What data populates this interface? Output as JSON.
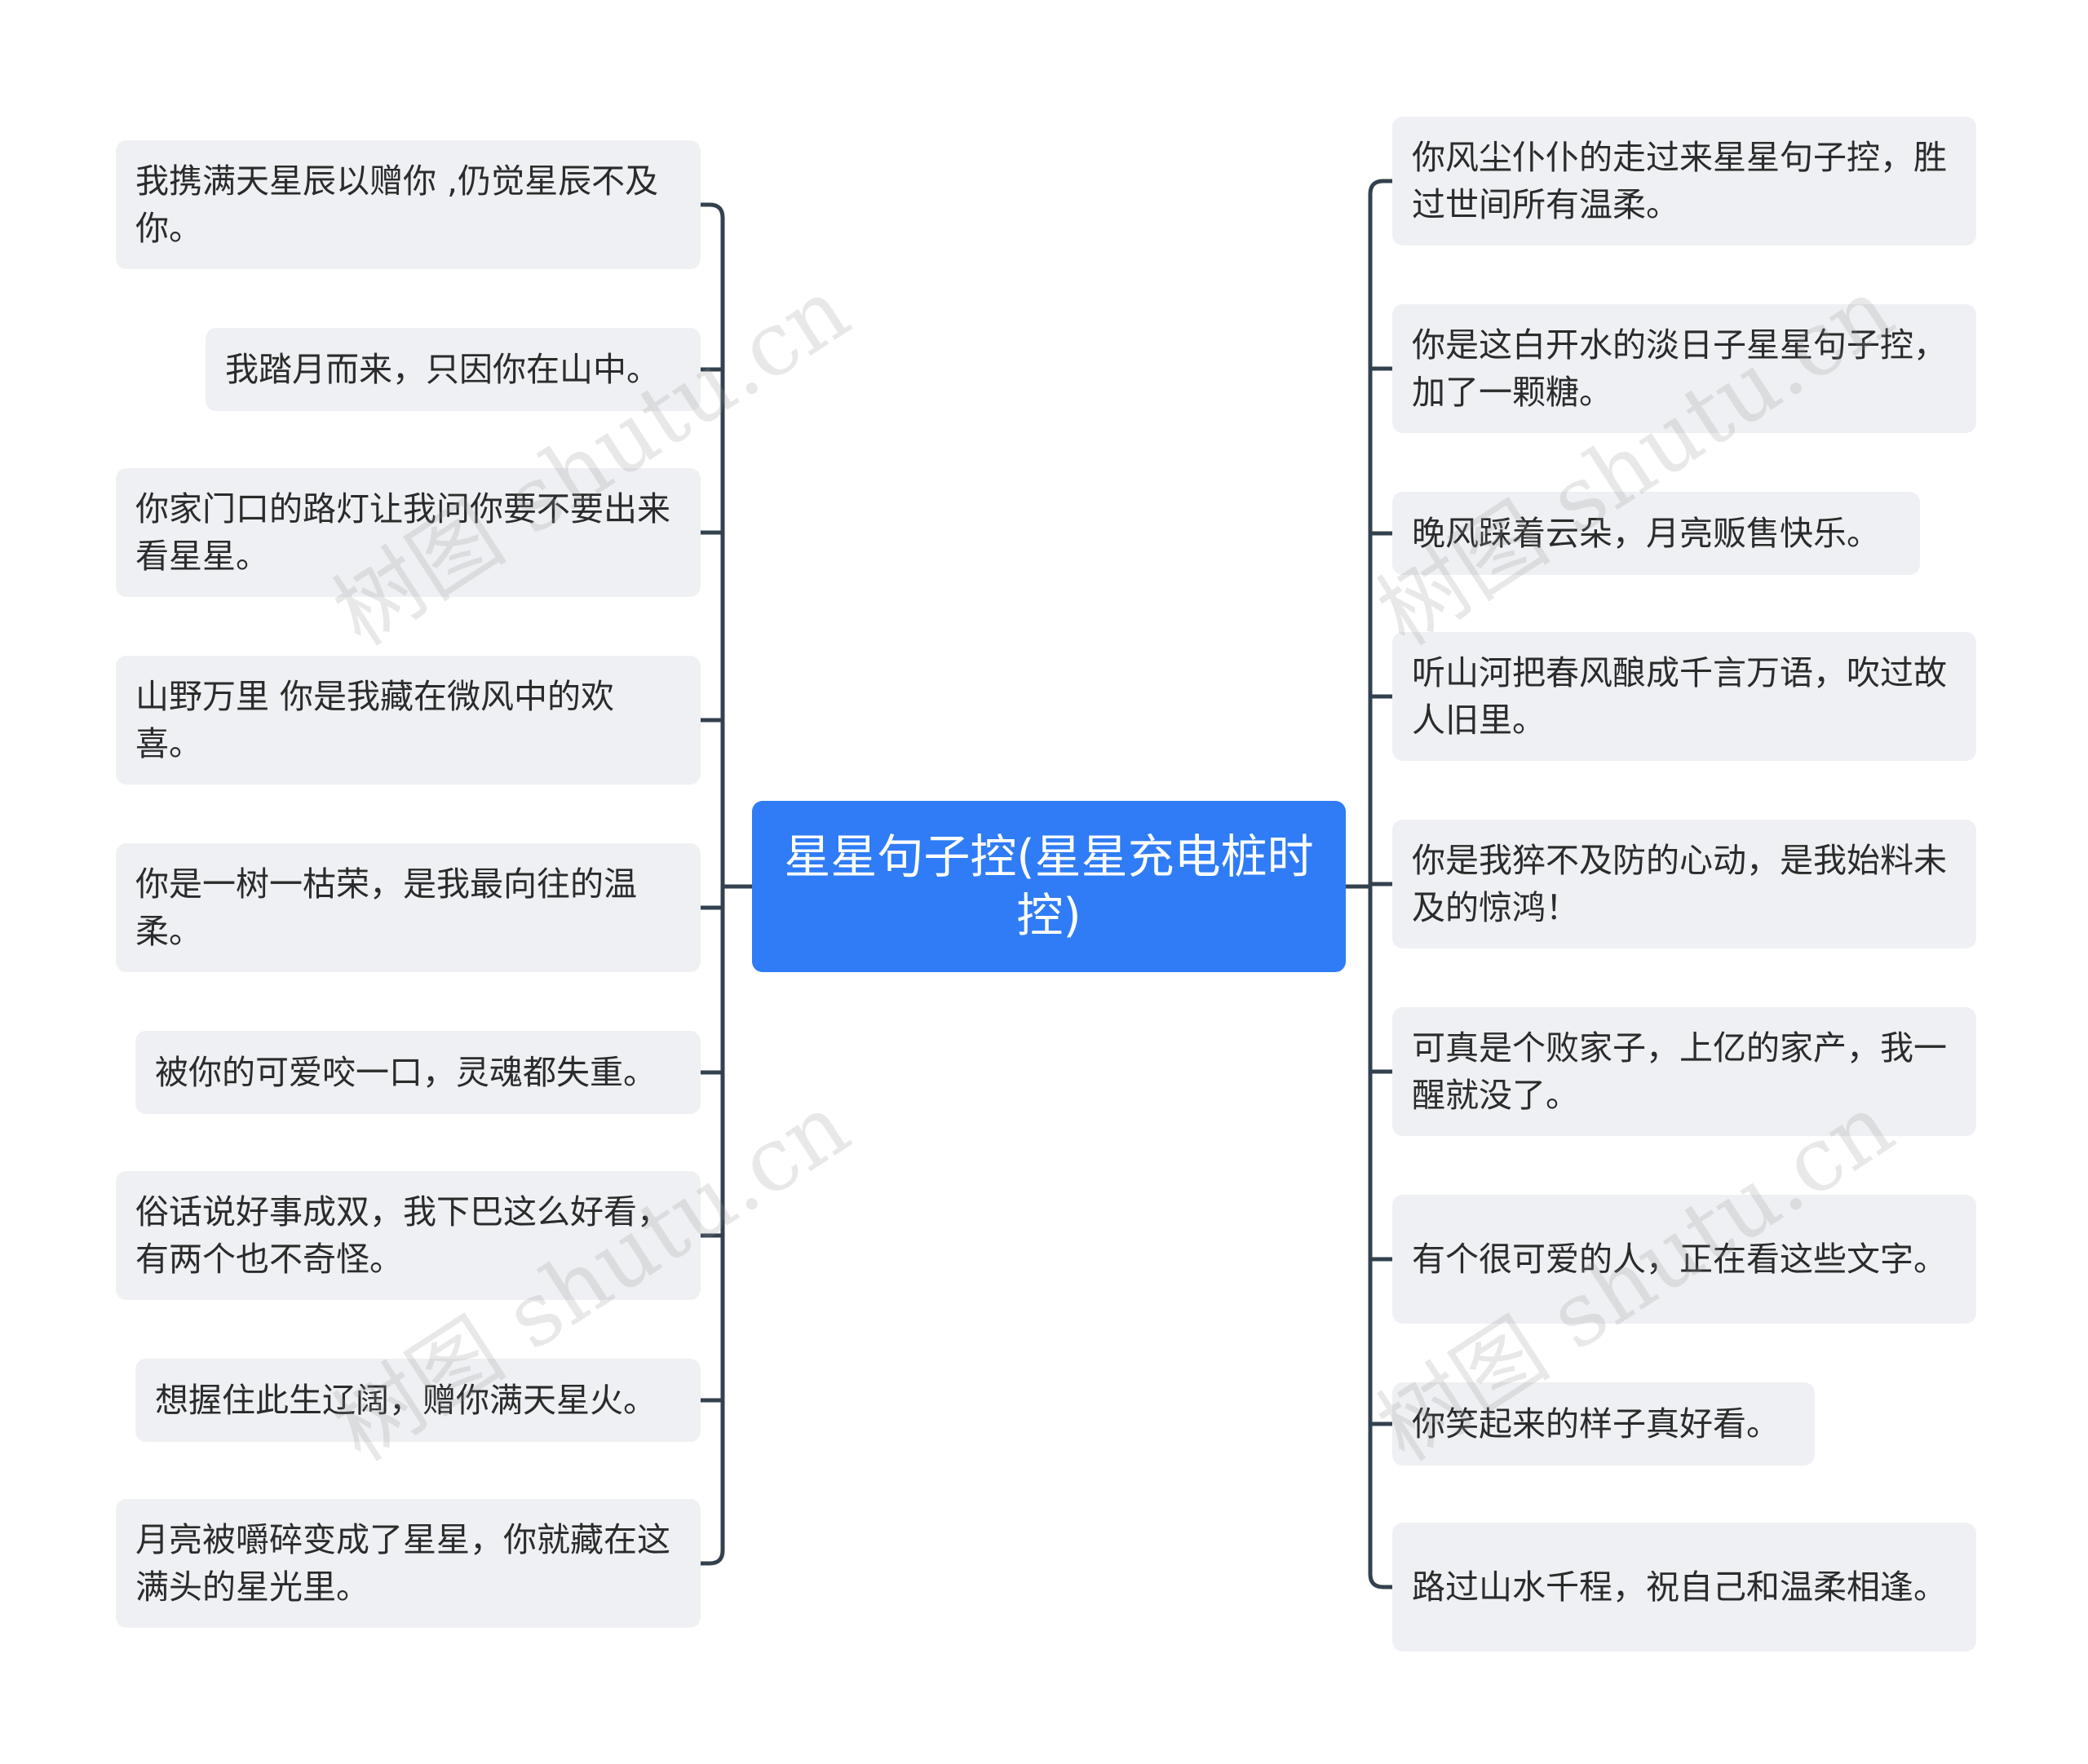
{
  "root": {
    "label": "星星句子控(星星充电桩时控)"
  },
  "left": [
    {
      "text": "我携满天星辰以赠你 ,仍觉星辰不及你。"
    },
    {
      "text": "我踏月而来，只因你在山中。"
    },
    {
      "text": "你家门口的路灯让我问你要不要出来看星星。"
    },
    {
      "text": "山野万里 你是我藏在微风中的欢喜。"
    },
    {
      "text": "你是一树一枯荣，是我最向往的温柔。"
    },
    {
      "text": "被你的可爱咬一口，灵魂都失重。"
    },
    {
      "text": "俗话说好事成双，我下巴这么好看，有两个也不奇怪。"
    },
    {
      "text": "想握住此生辽阔，赠你满天星火。"
    },
    {
      "text": "月亮被嚼碎变成了星星，你就藏在这满头的星光里。"
    }
  ],
  "right": [
    {
      "text": "你风尘仆仆的走过来星星句子控，胜过世间所有温柔。"
    },
    {
      "text": "你是这白开水的淡日子星星句子控，加了一颗糖。"
    },
    {
      "text": "晚风踩着云朵，月亮贩售快乐。"
    },
    {
      "text": "听山河把春风酿成千言万语，吹过故人旧里。"
    },
    {
      "text": "你是我猝不及防的心动，是我始料未及的惊鸿！"
    },
    {
      "text": "可真是个败家子，上亿的家产，我一醒就没了。"
    },
    {
      "text": "有个很可爱的人，正在看这些文字。"
    },
    {
      "text": "你笑起来的样子真好看。"
    },
    {
      "text": "路过山水千程，祝自己和温柔相逢。"
    }
  ],
  "watermark": "树图 shutu.cn",
  "colors": {
    "root": "#2f7cf6",
    "node": "#eef0f3",
    "connector": "#33414f",
    "text": "#2b2b2b"
  }
}
